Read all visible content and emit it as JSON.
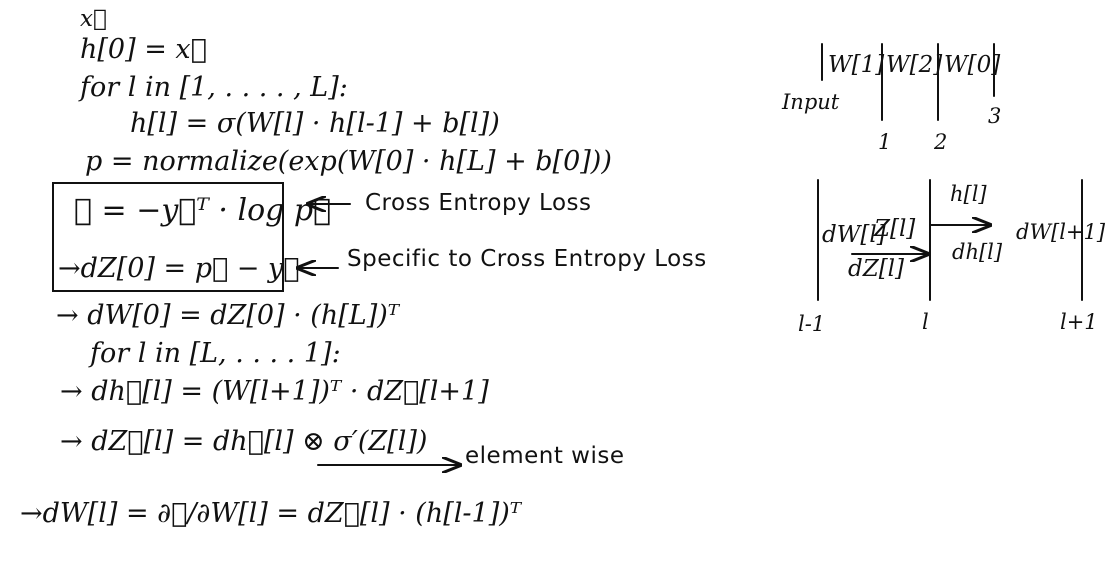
{
  "colors": {
    "ink": "#111111",
    "paper": "#ffffff"
  },
  "derivation": {
    "x_vec": "x⃗",
    "h0": "h[0] = x⃗",
    "for_forward": "for l in [1, . . . . , L]:",
    "h_update": "h[l] = σ(W[l] · h[l-1] + b[l])",
    "p_def": "p = normalize(exp(W[0] · h[L] + b[0]))",
    "loss": "𝓛 = −y⃗ᵀ · log p⃗",
    "dz0": "→dZ[0] = p⃗ − y⃗",
    "dw0": "→ dW[0] = dZ[0] · (h[L])ᵀ",
    "for_backward": "for l in [L, . . . . 1]:",
    "dh": "→ dh⃗[l] = (W[l+1])ᵀ · dZ⃗[l+1]",
    "dzl": "→ dZ⃗[l] = dh⃗[l] ⊗ σ′(Z[l])",
    "dwl": "→dW[l] = ∂𝓛/∂W[l] = dZ⃗[l] · (h[l-1])ᵀ"
  },
  "annotations": {
    "cross_entropy": "Cross Entropy Loss",
    "specific": "Specific to Cross Entropy Loss",
    "element_wise": "element wise"
  },
  "network": {
    "input_label": "Input",
    "weights": [
      "W[1]",
      "W[2]",
      "W[0]"
    ],
    "layer_numbers": [
      "1",
      "2",
      "3"
    ]
  },
  "layer_diagram": {
    "dw_l": "dW[l]",
    "z_l": "Z[l]",
    "dz_l": "dZ[l]",
    "h_l": "h[l]",
    "dh_l": "dh[l]",
    "dw_next": "dW[l+1]",
    "labels": [
      "l-1",
      "l",
      "l+1"
    ]
  }
}
